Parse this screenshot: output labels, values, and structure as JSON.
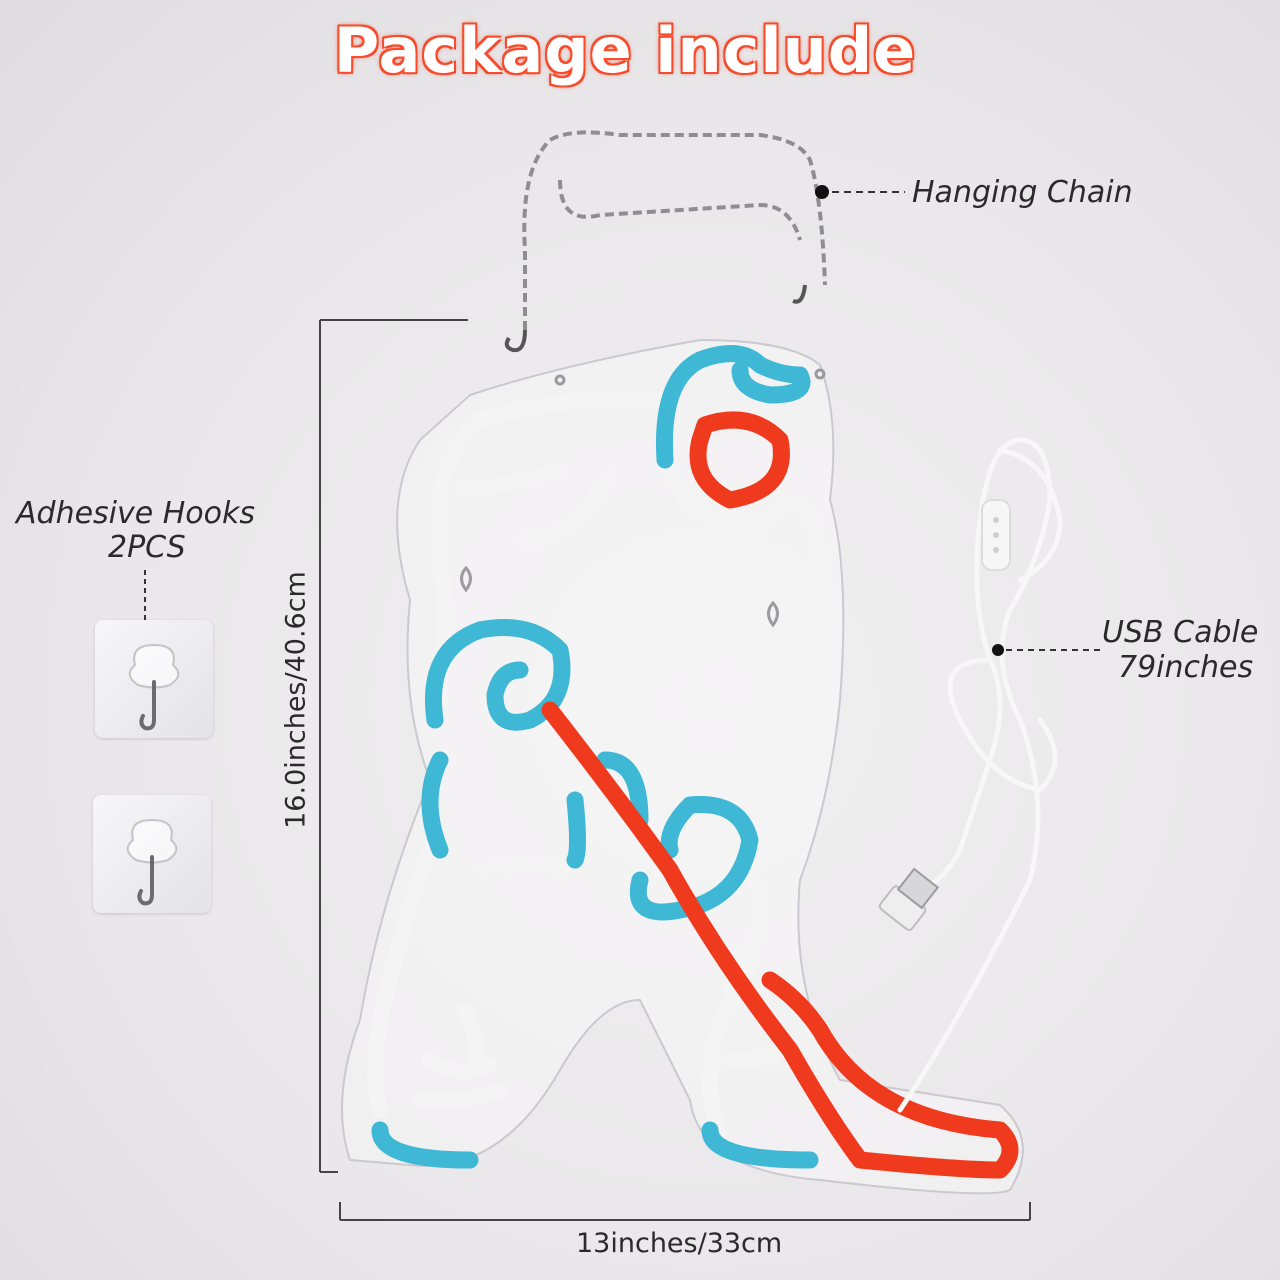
{
  "title": "Package include",
  "labels": {
    "hanging_chain": "Hanging Chain",
    "adhesive_hooks_line1": "Adhesive Hooks",
    "adhesive_hooks_line2": "2PCS",
    "usb_cable_line1": "USB Cable",
    "usb_cable_line2": "79inches"
  },
  "dimensions": {
    "height": "16.0inches/40.6cm",
    "width": "13inches/33cm"
  },
  "colors": {
    "neon_blue": "#3fb8d6",
    "neon_red": "#ef3a1e",
    "neon_white": "#f5f5f5",
    "title_glow": "#f0472b"
  }
}
